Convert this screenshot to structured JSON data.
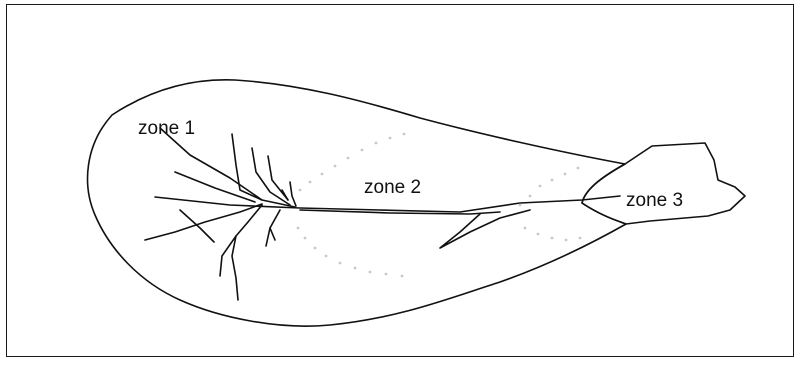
{
  "diagram": {
    "zones": [
      {
        "id": "zone1",
        "label": "zone 1"
      },
      {
        "id": "zone2",
        "label": "zone 2"
      },
      {
        "id": "zone3",
        "label": "zone 3"
      }
    ],
    "colors": {
      "outline": "#111111",
      "boundary_dots": "#c8c8c8",
      "background": "#ffffff"
    }
  }
}
